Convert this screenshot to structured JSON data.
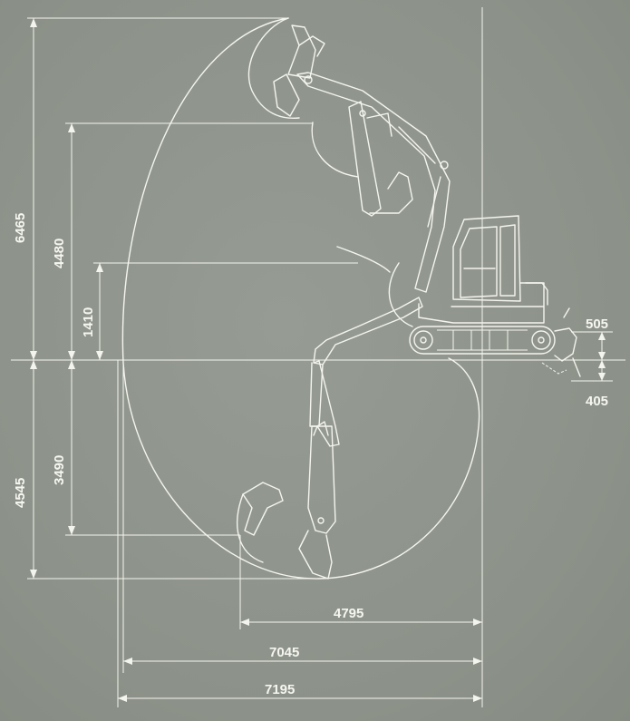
{
  "dimensions": {
    "max_digging_height": "6465",
    "max_dump_height": "4480",
    "min_dump_height": "1410",
    "max_vertical_wall_depth": "3490",
    "max_digging_depth": "4545",
    "blade_lift": "505",
    "blade_depth": "405",
    "min_front_radius": "4795",
    "max_reach_ground": "7045",
    "max_reach": "7195"
  },
  "colors": {
    "background": "#8e948c",
    "lines": "#f4f4ee"
  }
}
